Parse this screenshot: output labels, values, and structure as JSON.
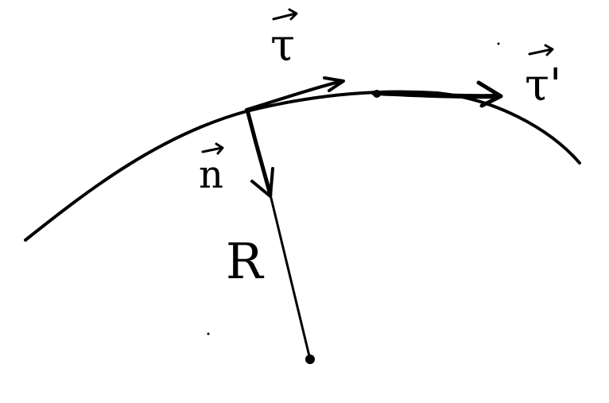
{
  "diagram": {
    "labels": {
      "tau": "τ",
      "tau_prime": "τ'",
      "normal": "n",
      "radius": "R"
    },
    "ink_color": "#000000",
    "background_color": "#ffffff",
    "icons": {
      "vector_arrow": "vector-arrow-icon",
      "center_point": "center-point-icon"
    }
  }
}
